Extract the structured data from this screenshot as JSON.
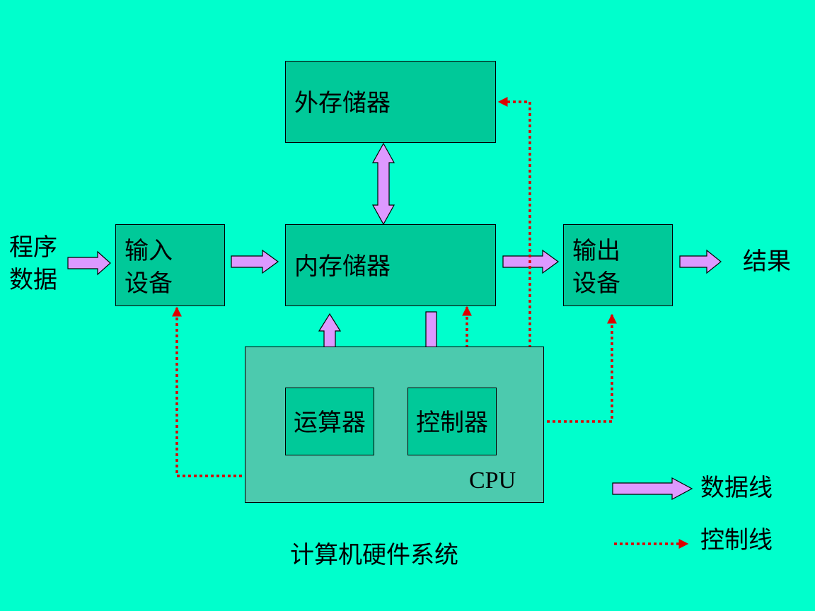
{
  "diagram": {
    "title": "计算机硬件系统",
    "input_text": [
      "程序",
      "数据"
    ],
    "output_text": "结果",
    "nodes": {
      "external_storage": "外存储器",
      "input_device": [
        "输入",
        "设备"
      ],
      "main_memory": "内存储器",
      "output_device": [
        "输出",
        "设备"
      ],
      "alu": "运算器",
      "controller": "控制器",
      "cpu": "CPU"
    },
    "legend": {
      "data_line": "数据线",
      "control_line": "控制线"
    },
    "colors": {
      "background": "#00ffcc",
      "box_fill": "#00c999",
      "cpu_fill": "#4ccaae",
      "data_arrow_fill": "#dd99ff",
      "control_line": "#dd0000"
    }
  }
}
